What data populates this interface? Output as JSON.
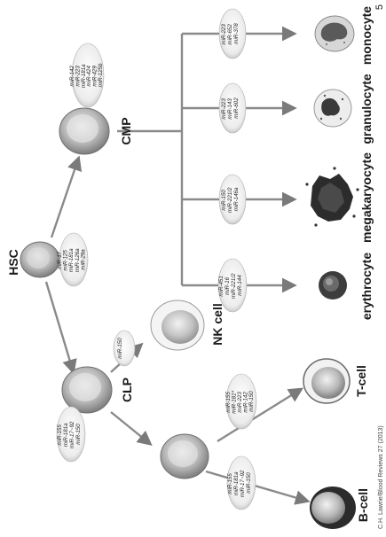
{
  "labels": {
    "hsc": "HSC",
    "cmp": "CMP",
    "clp": "CLP",
    "nk": "NK cell",
    "tcell": "T-cell",
    "bcell": "B-cell",
    "erythrocyte": "erythrocyte",
    "megakaryocyte": "megakaryocyte",
    "granulocyte": "granulocyte",
    "monocyte": "monocyte"
  },
  "mirnas": {
    "hsc": [
      "miR-17",
      "miR-125",
      "miR-181a",
      "miR-126a",
      "miR-29a"
    ],
    "cmp": [
      "miR-142",
      "miR-223",
      "miR-181a",
      "miR-424",
      "miR-429",
      "miR-125b"
    ],
    "clp_upper": [
      "miR-150"
    ],
    "clp_lower": [
      "miR-155",
      "miR-181a",
      "miR-17~92",
      "miR-150"
    ],
    "tcell": [
      "miR-155",
      "miR-181*",
      "miR-223",
      "miR-142",
      "miR-150"
    ],
    "bcell": [
      "miR-155",
      "miR-181a",
      "miR-17~92",
      "miR-150"
    ],
    "erythrocyte": [
      "miR-451",
      "miR-16",
      "miR-221/2",
      "miR-144"
    ],
    "megakaryocyte": [
      "miR-150",
      "miR-221/2",
      "miR-146a"
    ],
    "granulocyte": [
      "miR-223",
      "miR-143",
      "miR-602"
    ],
    "monocyte": [
      "miR-223",
      "miR-652",
      "miR-378"
    ]
  },
  "citation": "C.H. Lawrie/Blood Reviews 27 (2013)",
  "page_number": "5"
}
